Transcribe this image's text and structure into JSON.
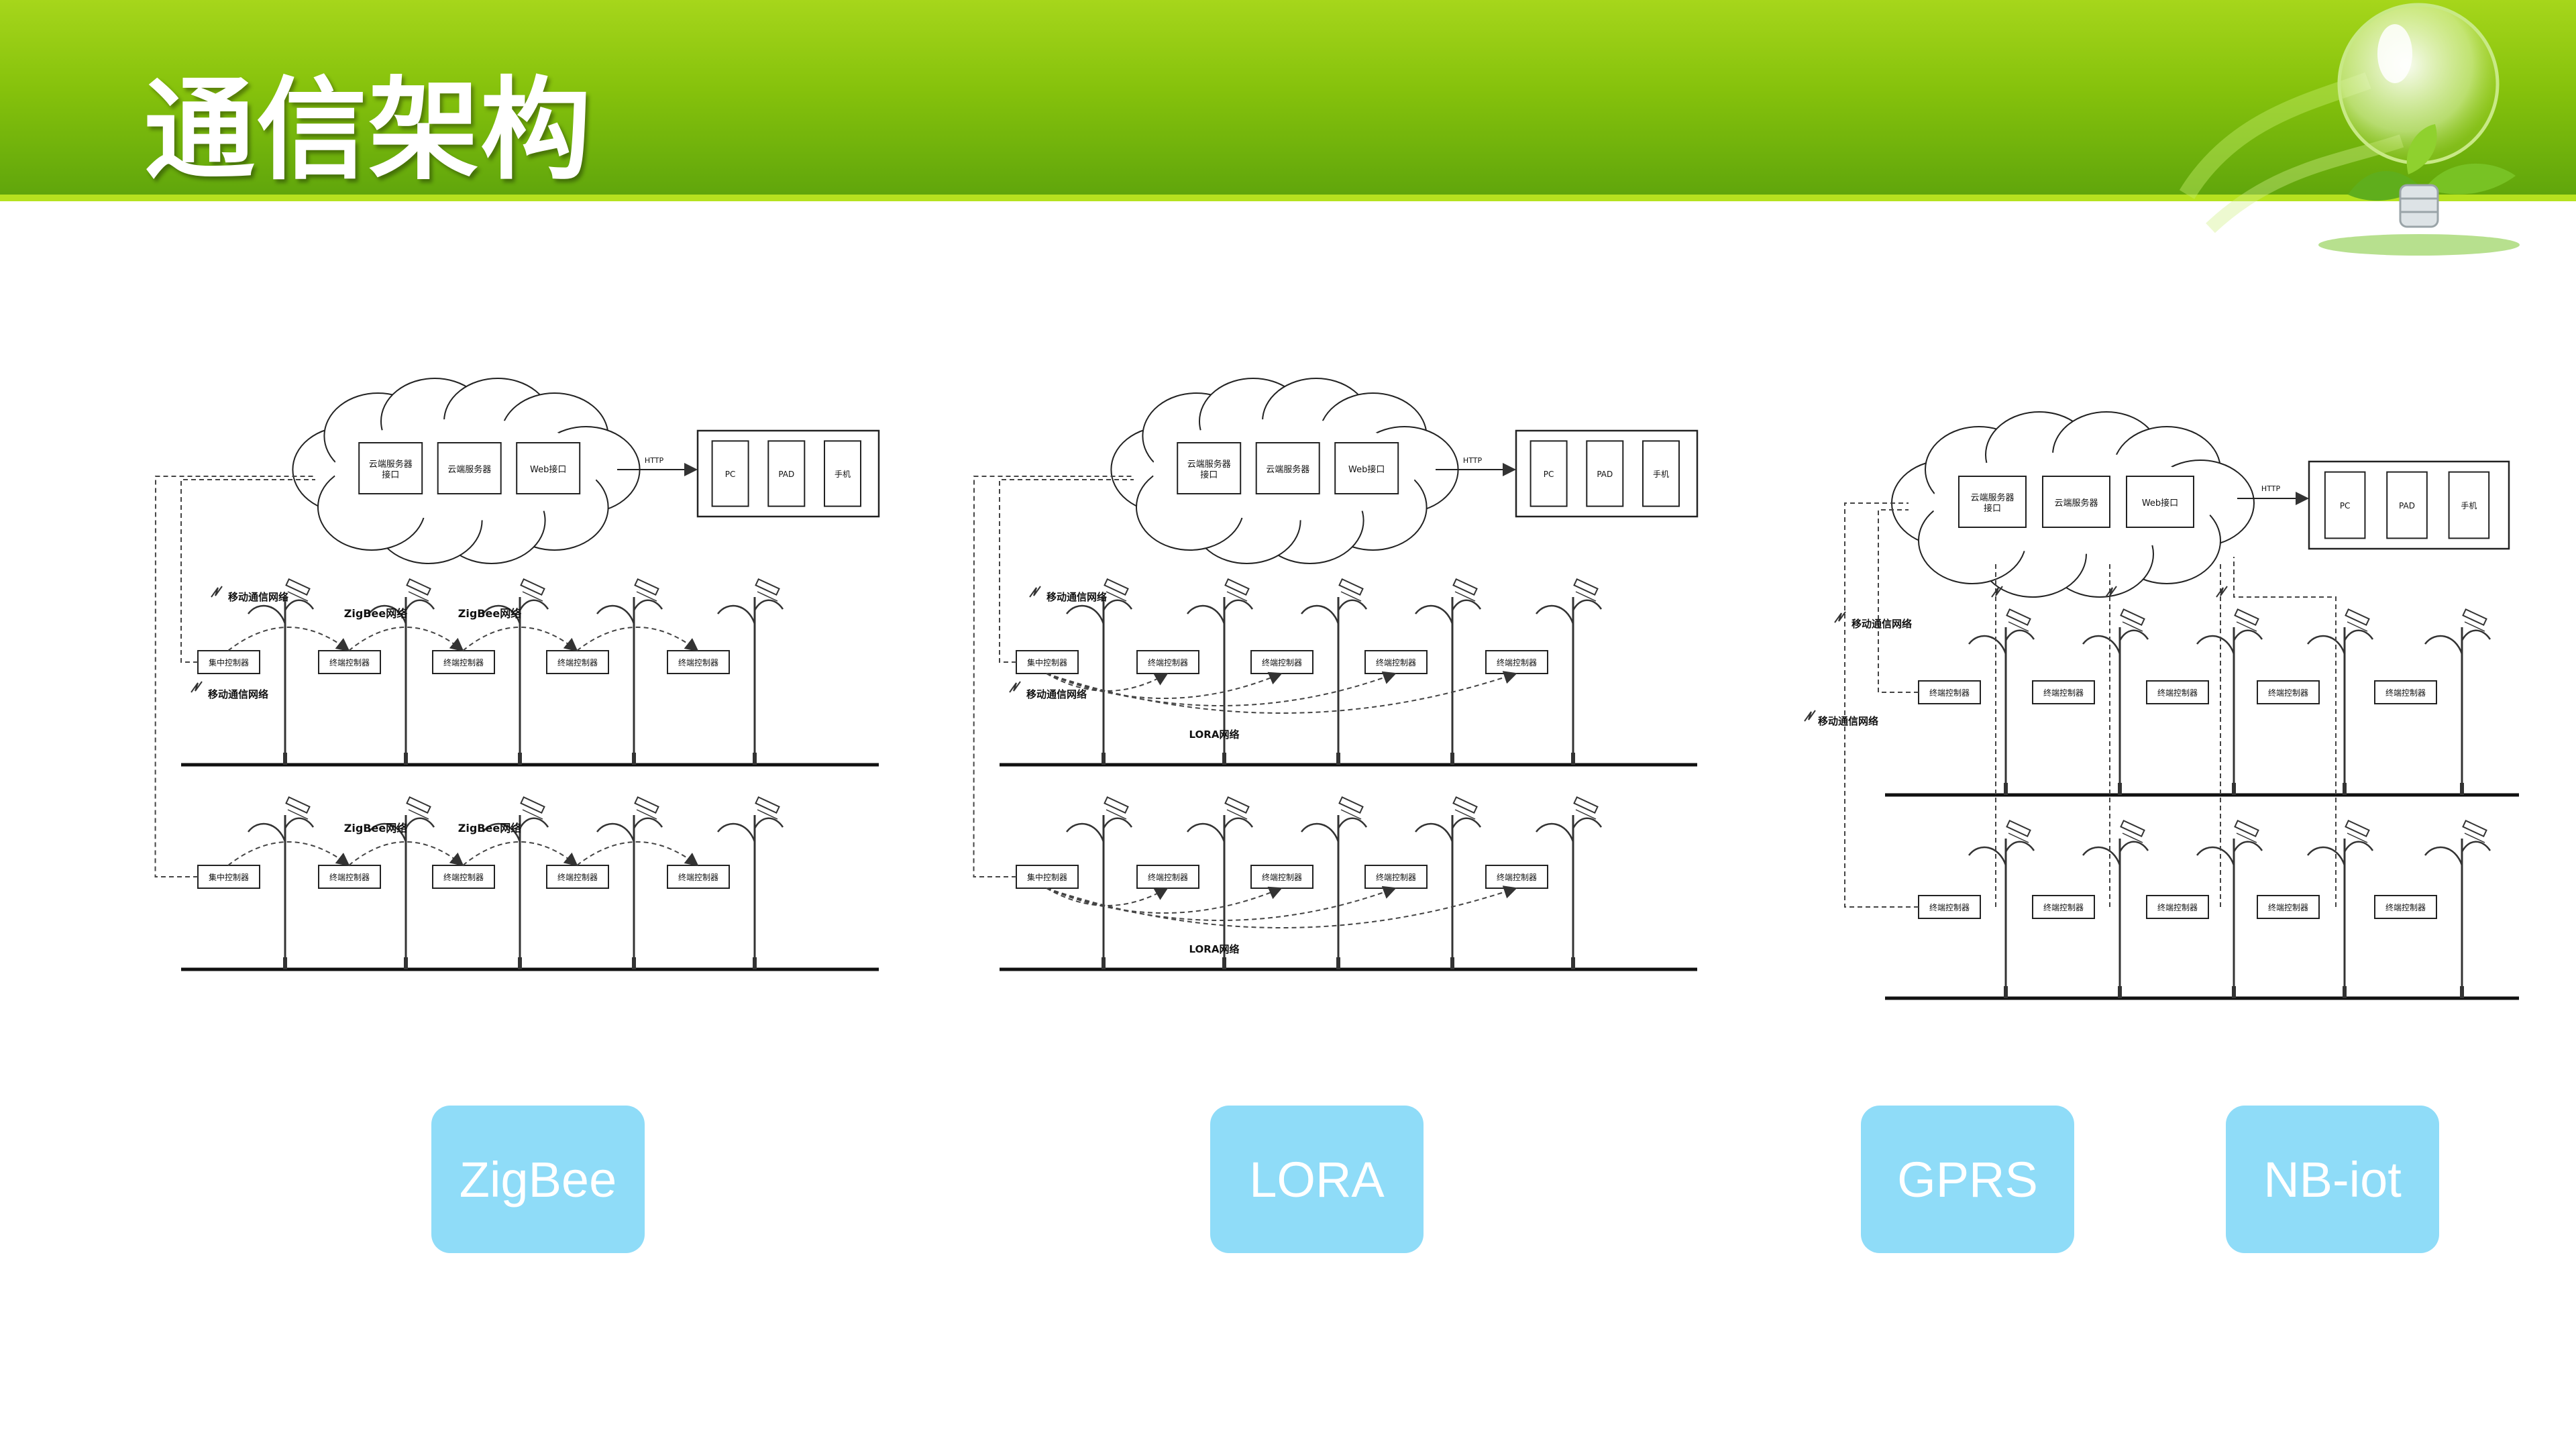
{
  "page": {
    "title": "通信架构"
  },
  "labels": {
    "cloud_api": [
      "云端服务器",
      "接口"
    ],
    "cloud_server": "云端服务器",
    "web_api": "Web接口",
    "http": "HTTP",
    "pc": "PC",
    "pad": "PAD",
    "phone": "手机",
    "mobile_network": "移动通信网络",
    "zigbee_network": "ZigBee网络",
    "lora_network": "LORA网络",
    "concentrator": "集中控制器",
    "terminal": "终端控制器"
  },
  "diagrams": [
    {
      "id": "zigbee",
      "badge": "ZigBee"
    },
    {
      "id": "lora",
      "badge": "LORA"
    },
    {
      "id": "cellular",
      "badges": [
        "GPRS",
        "NB-iot"
      ]
    }
  ],
  "colors": {
    "header": "#86c20c",
    "badge": "#8fdcf8",
    "line": "#222222"
  }
}
